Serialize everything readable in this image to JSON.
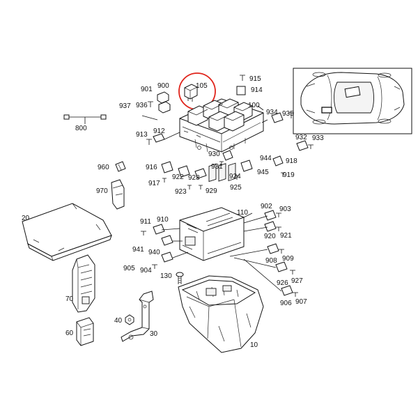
{
  "highlight_color": "#e0241b",
  "callouts": {
    "c10": "10",
    "c20": "20",
    "c30": "30",
    "c40": "40",
    "c60": "60",
    "c70": "70",
    "c100": "100",
    "c105": "105",
    "c110": "110",
    "c130": "130",
    "c800": "800",
    "c900": "900",
    "c901": "901",
    "c902": "902",
    "c903": "903",
    "c904": "904",
    "c905": "905",
    "c906": "906",
    "c907": "907",
    "c908": "908",
    "c909": "909",
    "c910": "910",
    "c911": "911",
    "c912": "912",
    "c913": "913",
    "c914": "914",
    "c915": "915",
    "c916": "916",
    "c917": "917",
    "c918": "918",
    "c919": "919",
    "c920": "920",
    "c921": "921",
    "c922": "922",
    "c923": "923",
    "c924": "924",
    "c925": "925",
    "c926": "926",
    "c927": "927",
    "c928": "928",
    "c929": "929",
    "c930": "930",
    "c931": "931",
    "c932": "932",
    "c933": "933",
    "c934": "934",
    "c935": "935",
    "c936": "936",
    "c937": "937",
    "c940": "940",
    "c941": "941",
    "c944": "944",
    "c945": "945",
    "c960": "960",
    "c970": "970"
  }
}
